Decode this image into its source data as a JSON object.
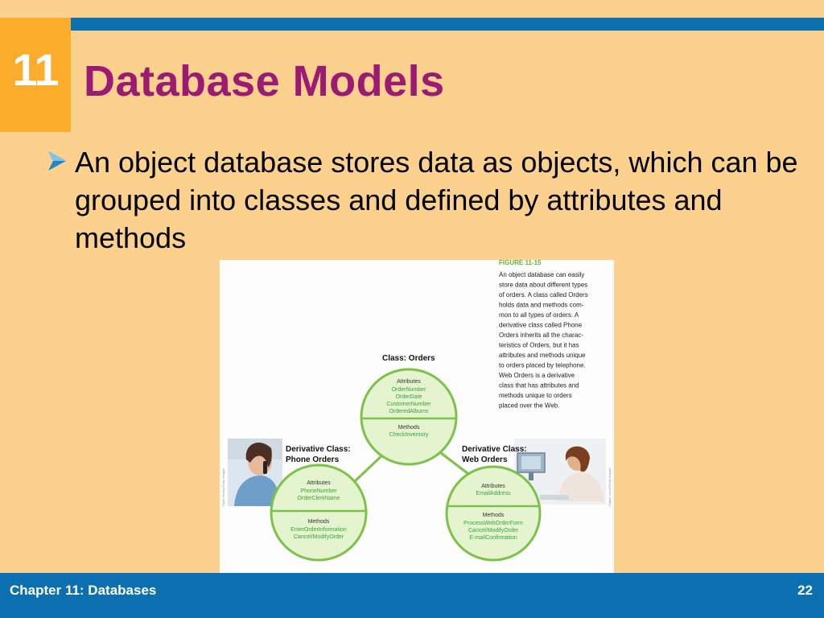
{
  "slide": {
    "chapter_number": "11",
    "title": "Database Models",
    "bullet": "An object database stores data as objects, which can be grouped into classes and defined by attributes and methods"
  },
  "figure": {
    "label": "FIGURE 11-15",
    "caption": [
      "An object database can easily",
      "store data about different types",
      "of orders. A class called Orders",
      "holds data and methods com-",
      "mon to all types of orders. A",
      "derivative class called Phone",
      "Orders inherits all the charac-",
      "teristics of Orders, but it has",
      "attributes and methods unique",
      "to orders placed by telephone.",
      "Web Orders is a derivative",
      "class that has attributes and",
      "methods unique to orders",
      "placed over the Web."
    ],
    "orders": {
      "class_label": "Class: Orders",
      "attributes_header": "Attributes",
      "attributes": [
        "OrderNumber",
        "OrderDate",
        "CustomerNumber",
        "OrderedAlbums"
      ],
      "methods_header": "Methods",
      "methods": [
        "CheckInventory"
      ]
    },
    "phone": {
      "class_label_1": "Derivative Class:",
      "class_label_2": "Phone Orders",
      "attributes_header": "Attributes",
      "attributes": [
        "PhoneNumber",
        "OrderClerkName"
      ],
      "methods_header": "Methods",
      "methods": [
        "EnterOrderInformation",
        "Cancel/ModifyOrder"
      ],
      "photo_credit": "Ryan McVay/Getty Images"
    },
    "web": {
      "class_label_1": "Derivative Class:",
      "class_label_2": "Web Orders",
      "attributes_header": "Attributes",
      "attributes": [
        "EmailAddress"
      ],
      "methods_header": "Methods",
      "methods": [
        "ProcessWebOrderForm",
        "Cancel/ModifyOrder",
        "E-mailConfirmation"
      ],
      "photo_credit": "Digital Vision/Getty Images"
    },
    "colors": {
      "circle_fill": "#e4f4cf",
      "circle_stroke": "#7cc249",
      "value_text": "#3aa33a",
      "label_green": "#5cb531"
    }
  },
  "footer": {
    "left": "Chapter 11: Databases",
    "page_number": "22"
  },
  "colors": {
    "background": "#fcd18d",
    "accent_blue": "#0c6fb0",
    "number_box": "#f9ad2b",
    "title": "#9a1a74"
  }
}
